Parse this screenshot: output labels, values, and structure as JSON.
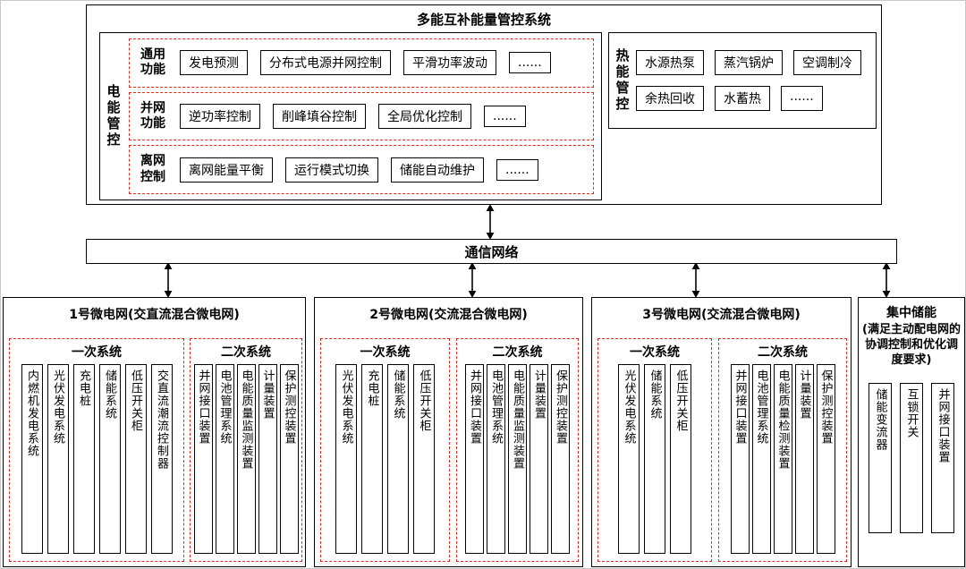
{
  "colors": {
    "dashed_red": "#e8281e",
    "line_black": "#000000",
    "background": "#ffffff"
  },
  "ems": {
    "title": "多能互补能量管控系统",
    "electric": {
      "side_label": "电能管控",
      "rows": [
        {
          "label": "通用功能",
          "items": [
            "发电预测",
            "分布式电源并网控制",
            "平滑功率波动",
            "......"
          ]
        },
        {
          "label": "并网功能",
          "items": [
            "逆功率控制",
            "削峰填谷控制",
            "全局优化控制",
            "......"
          ]
        },
        {
          "label": "离网控制",
          "items": [
            "离网能量平衡",
            "运行模式切换",
            "储能自动维护",
            "......"
          ]
        }
      ]
    },
    "thermal": {
      "side_label": "热能管控",
      "rows": [
        {
          "items": [
            "水源热泵",
            "蒸汽锅炉",
            "空调制冷"
          ]
        },
        {
          "items": [
            "余热回收",
            "水蓄热",
            "......"
          ]
        }
      ]
    }
  },
  "network": {
    "label": "通信网络"
  },
  "microgrids": [
    {
      "title": "1号微电网(交直流混合微电网)",
      "primary": {
        "label": "一次系统",
        "items": [
          "内燃机发电系统",
          "光伏发电系统",
          "充电桩",
          "储能系统",
          "低压开关柜",
          "交直流潮流控制器"
        ]
      },
      "secondary": {
        "label": "二次系统",
        "items": [
          "并网接口装置",
          "电池管理系统",
          "电能质量监测装置",
          "计量装置",
          "保护测控装置"
        ]
      }
    },
    {
      "title": "2号微电网(交流混合微电网)",
      "primary": {
        "label": "一次系统",
        "items": [
          "光伏发电系统",
          "充电桩",
          "储能系统",
          "低压开关柜"
        ]
      },
      "secondary": {
        "label": "二次系统",
        "items": [
          "并网接口装置",
          "电池管理系统",
          "电能质量监测装置",
          "计量装置",
          "保护测控装置"
        ]
      }
    },
    {
      "title": "3号微电网(交流混合微电网)",
      "primary": {
        "label": "一次系统",
        "items": [
          "光伏发电系统",
          "储能系统",
          "低压开关柜"
        ]
      },
      "secondary": {
        "label": "二次系统",
        "items": [
          "并网接口装置",
          "电池管理系统",
          "电能质量检测装置",
          "计量装置",
          "保护测控装置"
        ]
      }
    }
  ],
  "central_storage": {
    "title": "集中储能",
    "subtitle": "(满足主动配电网的协调控制和优化调度要求)",
    "items": [
      "储能变流器",
      "互锁开关",
      "并网接口装置"
    ]
  }
}
